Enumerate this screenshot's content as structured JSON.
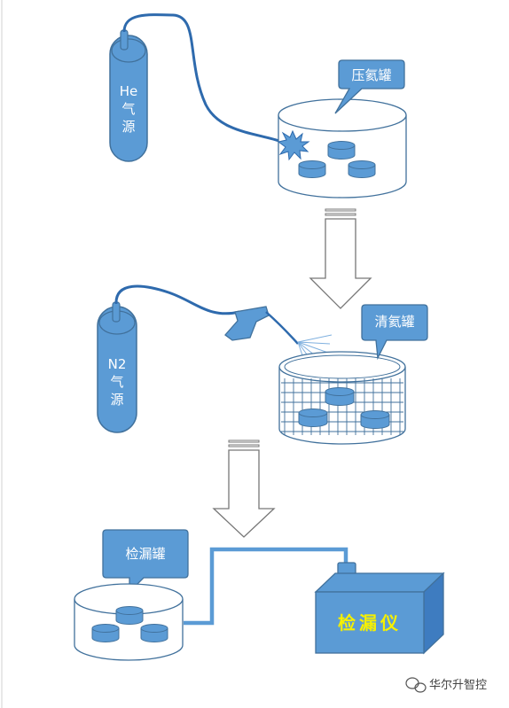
{
  "he_source": {
    "line1": "He",
    "line2": "气",
    "line3": "源"
  },
  "n2_source": {
    "line1": "N2",
    "line2": "气",
    "line3": "源"
  },
  "callouts": {
    "pressure_tank": "压氦罐",
    "purge_tank": "清氦罐",
    "leak_tank": "检漏罐"
  },
  "leak_detector": {
    "label": "检漏仪"
  },
  "watermark": {
    "text": "华尔升智控"
  },
  "colors": {
    "fill": "#5b9bd5",
    "stroke": "#41719c",
    "hose": "#2e6aad",
    "text_on_fill": "#ffffff",
    "detector_label": "#f5f000"
  }
}
